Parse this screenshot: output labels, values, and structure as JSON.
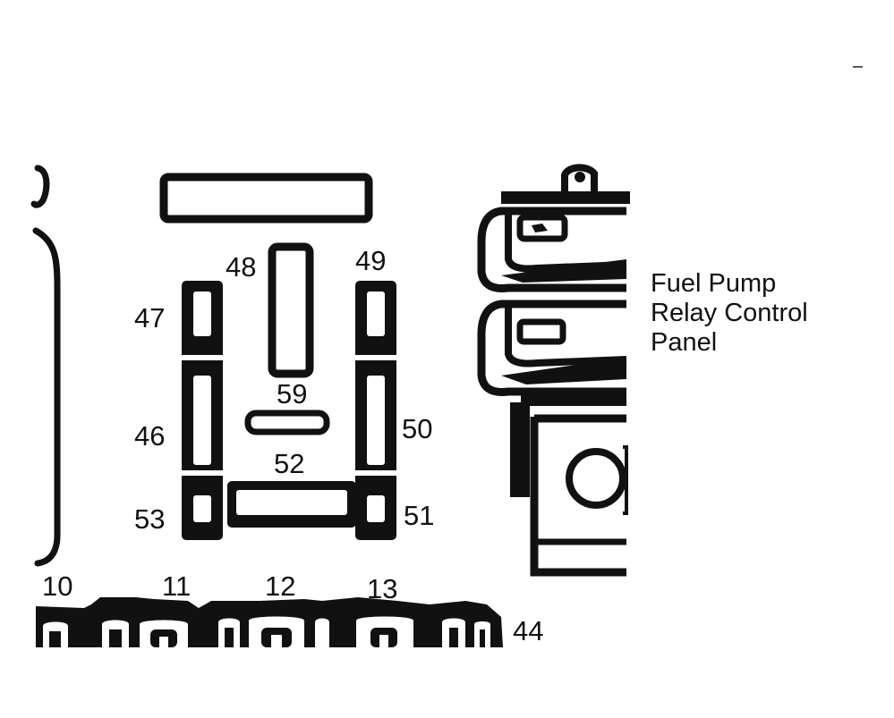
{
  "relays": {
    "r47": "47",
    "r48": "48",
    "r49": "49",
    "r46": "46",
    "r59": "59",
    "r50": "50",
    "r52": "52",
    "r53": "53",
    "r51": "51"
  },
  "fuses": {
    "f10": "10",
    "f11": "11",
    "f12": "12",
    "f13": "13",
    "f44": "44"
  },
  "caption": {
    "line1": "Fuel Pump",
    "line2": "Relay Control",
    "line3": "Panel"
  },
  "corner_mark": "–",
  "colors": {
    "ink": "#111111",
    "paper": "#ffffff"
  }
}
